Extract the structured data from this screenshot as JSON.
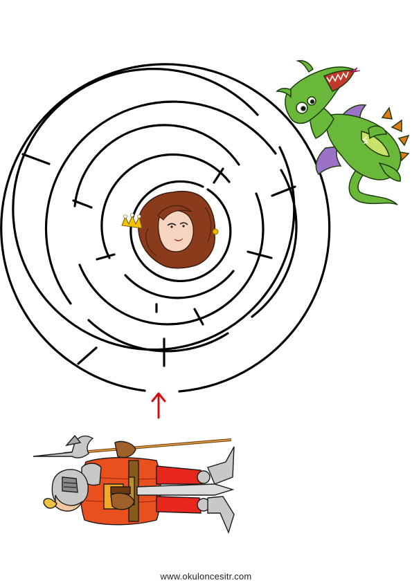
{
  "footer": {
    "website": "www.okuloncesitr.com"
  },
  "maze": {
    "type": "circular",
    "rings": 6,
    "entrance": "bottom",
    "goal": "center-princess",
    "wall_color": "#000000"
  },
  "characters": {
    "princess": "princess-face-with-crown",
    "dragon": "green-dragon",
    "knight": "armored-knight-with-halberd-and-sword"
  },
  "arrow": {
    "icon": "up-arrow-icon",
    "color": "#cc1111"
  }
}
